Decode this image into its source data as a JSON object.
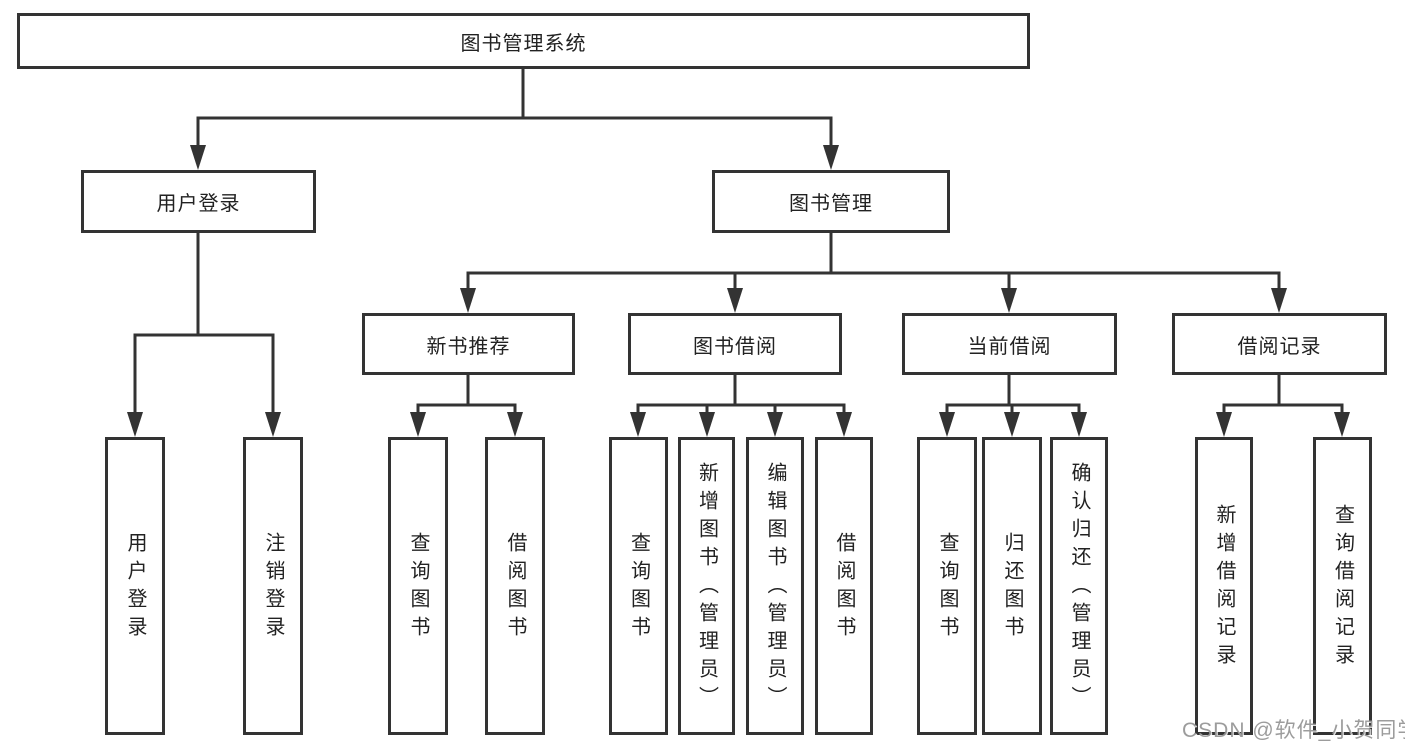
{
  "diagram": {
    "title": "图书管理系统",
    "branches": [
      {
        "label": "用户登录",
        "children": [
          "用户登录",
          "注销登录"
        ]
      },
      {
        "label": "图书管理",
        "groups": [
          {
            "label": "新书推荐",
            "children": [
              "查询图书",
              "借阅图书"
            ]
          },
          {
            "label": "图书借阅",
            "children": [
              "查询图书",
              "新增图书（管理员）",
              "编辑图书（管理员）",
              "借阅图书"
            ]
          },
          {
            "label": "当前借阅",
            "children": [
              "查询图书",
              "归还图书",
              "确认归还（管理员）"
            ]
          },
          {
            "label": "借阅记录",
            "children": [
              "新增借阅记录",
              "查询借阅记录"
            ]
          }
        ]
      }
    ],
    "line_color": "#333333",
    "text_color": "#222222"
  },
  "watermark": "CSDN @软件_小贺同学"
}
